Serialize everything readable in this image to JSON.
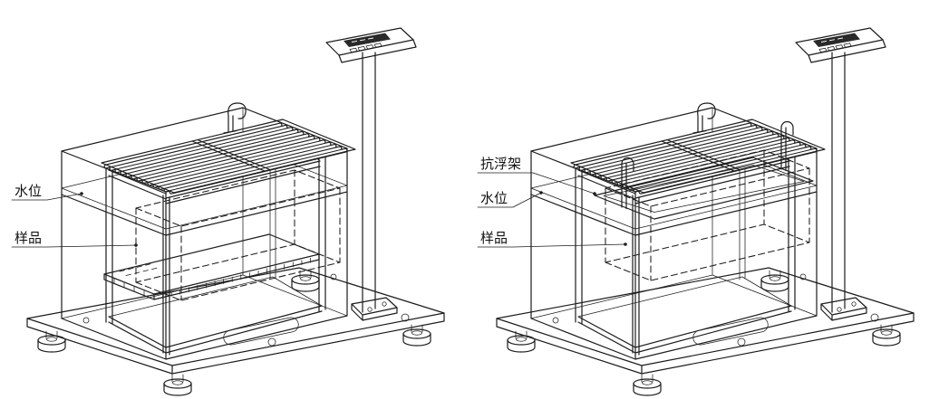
{
  "diagram": {
    "type": "technical-line-drawing",
    "description_visible_text_only": true,
    "figures": {
      "left": {
        "id": "tank-scale-without-antifloat-frame",
        "labels": {
          "water_level": "水位",
          "sample": "样品"
        }
      },
      "right": {
        "id": "tank-scale-with-antifloat-frame",
        "labels": {
          "antifloat_frame": "抗浮架",
          "water_level": "水位",
          "sample": "样品"
        }
      }
    },
    "colors": {
      "line": "#1c1c1c",
      "screen": "#2a2a2a",
      "background": "#ffffff"
    }
  }
}
